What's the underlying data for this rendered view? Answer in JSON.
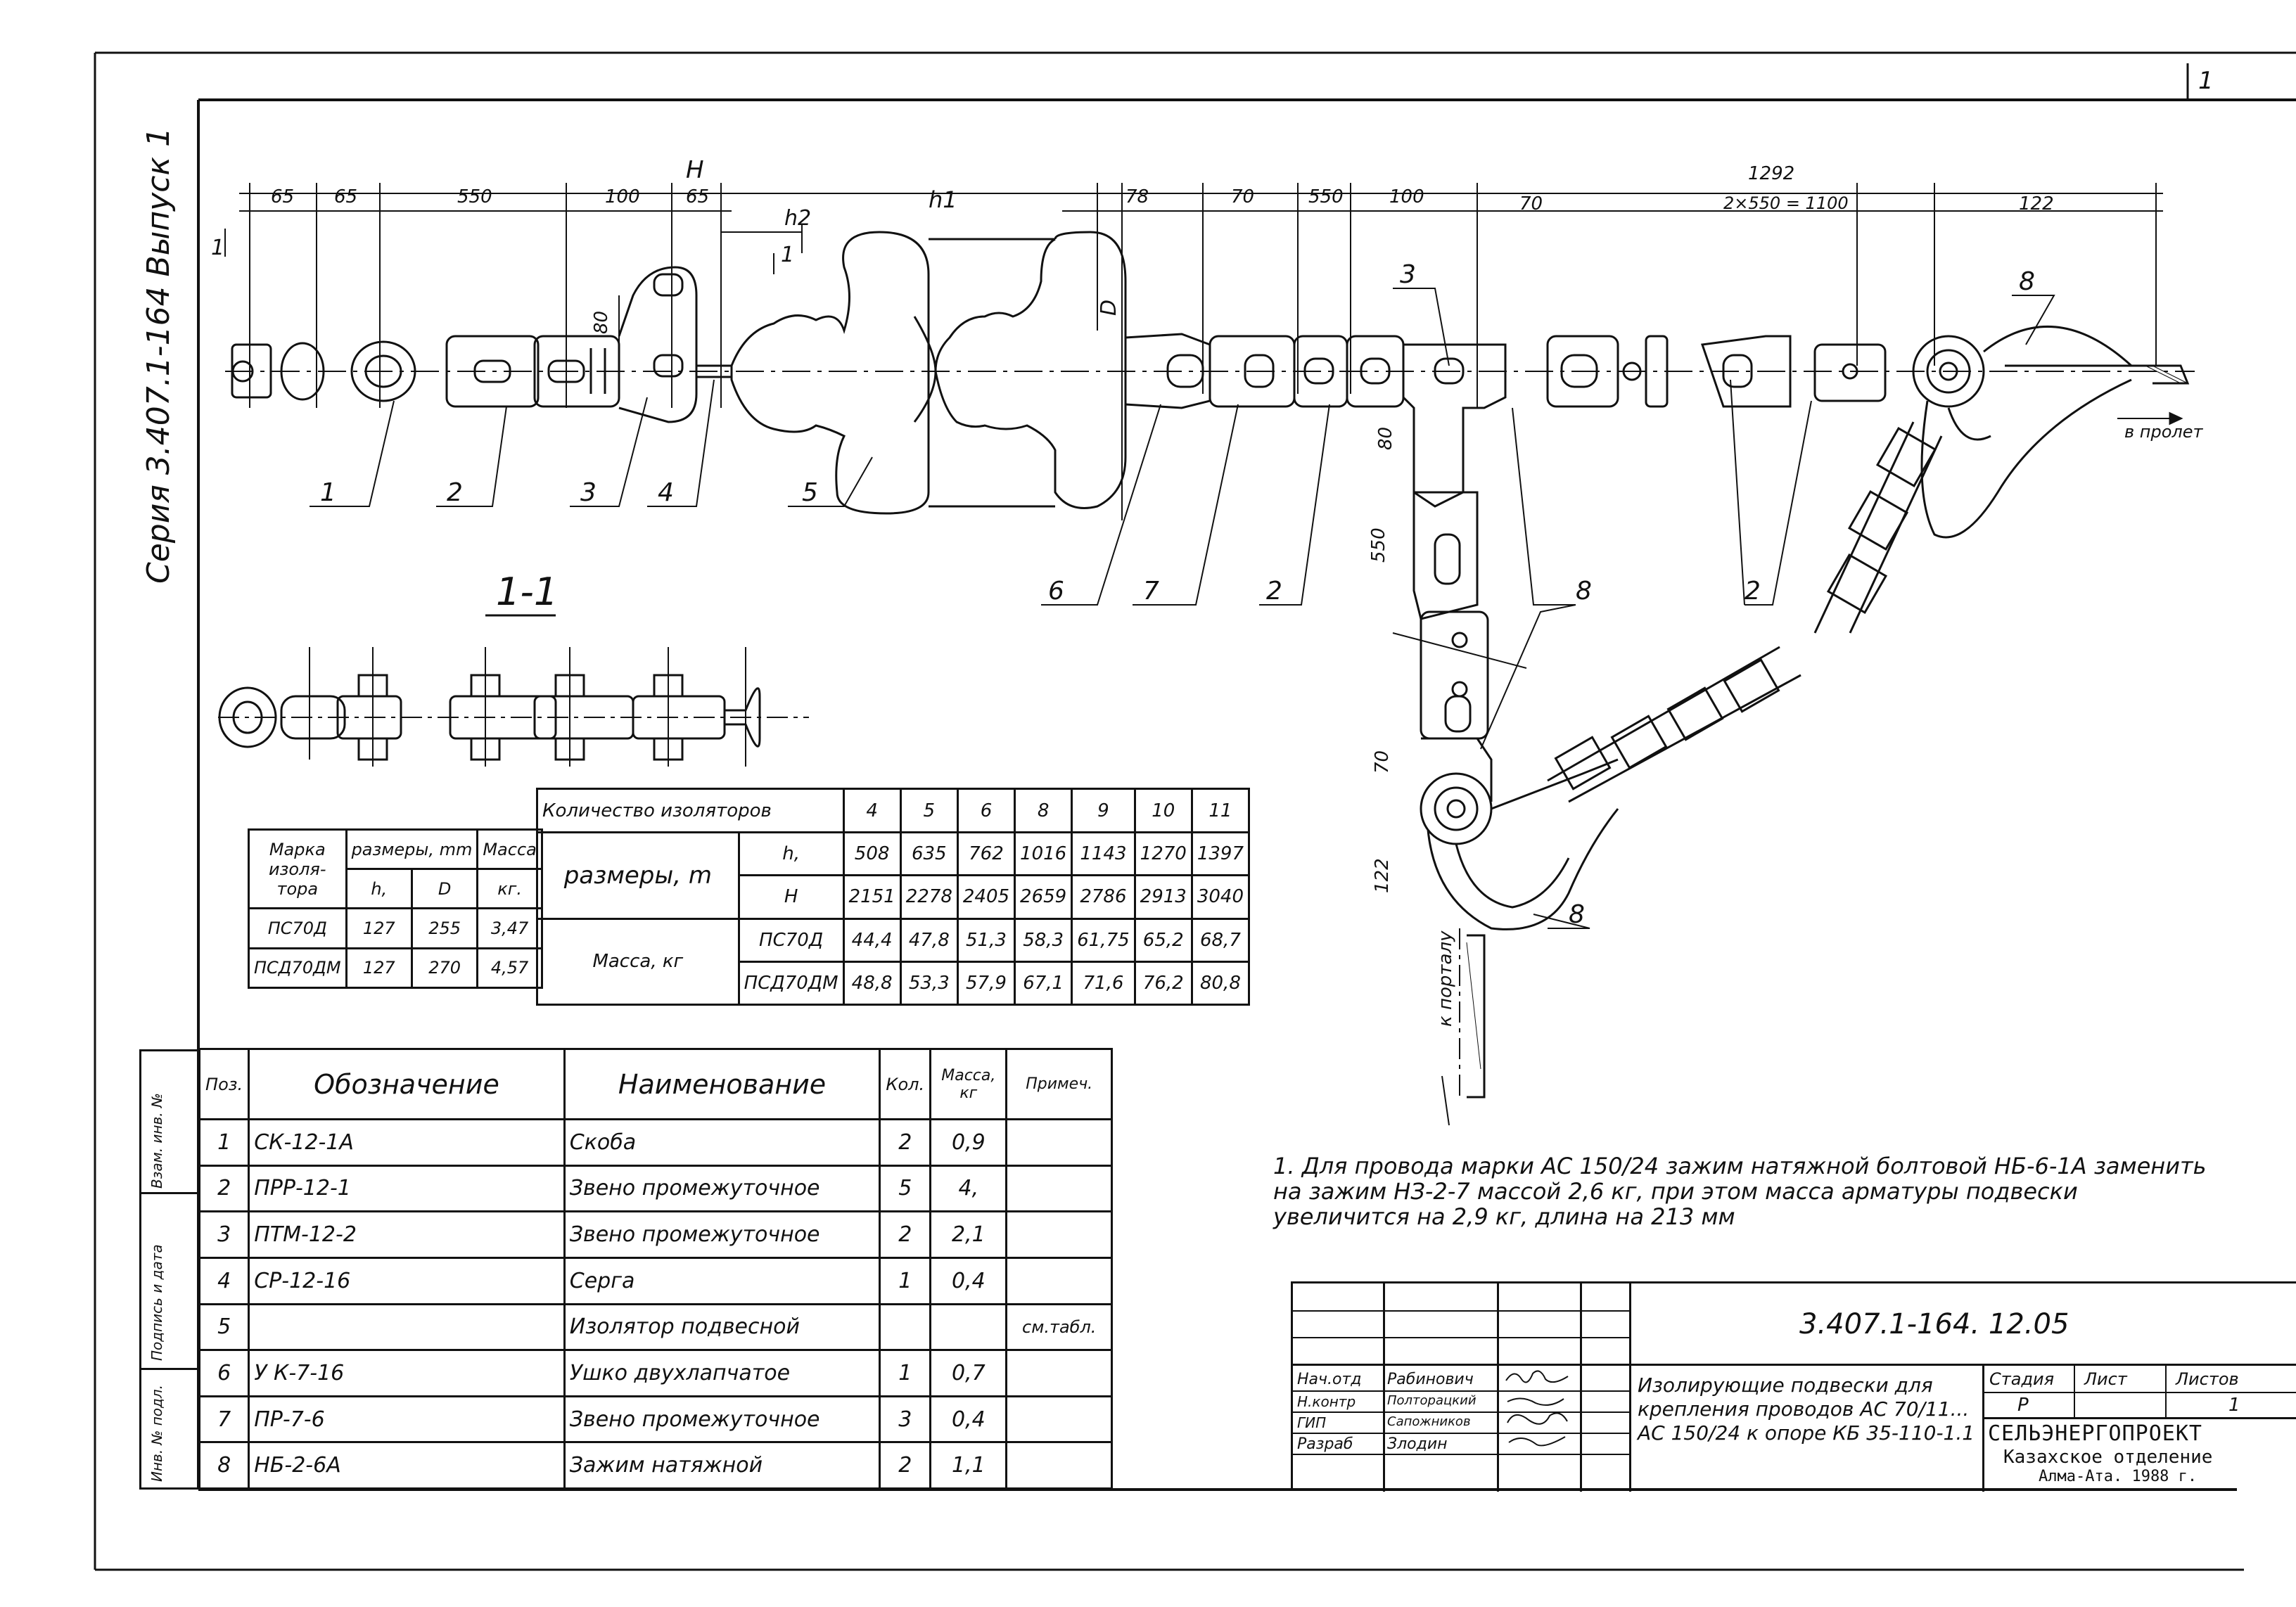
{
  "sheet_no": "1",
  "series_text": "Серия 3.407.1-164 Выпуск 1",
  "section_label": "1-1",
  "cut_marks": [
    "1",
    "1"
  ],
  "dims_top": {
    "H": "H",
    "h1": "h1",
    "h2": "h2",
    "D": "D",
    "left": [
      "65",
      "65",
      "550",
      "100",
      "65"
    ],
    "mid": [
      "78",
      "70",
      "550",
      "100"
    ],
    "total": "1292",
    "right": [
      "70",
      "2×550 = 1100",
      "122"
    ],
    "v80a": "80",
    "v80b": "80",
    "v550": "550",
    "v70": "70",
    "v122": "122"
  },
  "arrows": {
    "span": "в пролет",
    "portal": "к порталу"
  },
  "positions_left": [
    "1",
    "2",
    "3",
    "4",
    "5",
    "6",
    "7",
    "2"
  ],
  "positions_right": [
    "3",
    "8",
    "8",
    "2",
    "8"
  ],
  "insulator_table": {
    "h_mark": "Марка изоля- тора",
    "h_sizes": "размеры, mm",
    "h_mass": "Масса",
    "sub": [
      "h,",
      "D",
      "кг."
    ],
    "rows": [
      [
        "ПС70Д",
        "127",
        "255",
        "3,47"
      ],
      [
        "ПСД70ДМ",
        "127",
        "270",
        "4,57"
      ]
    ]
  },
  "count_table": {
    "h_count": "Количество изоляторов",
    "counts": [
      "4",
      "5",
      "6",
      "8",
      "9",
      "10",
      "11"
    ],
    "r_sizes": "размеры, m",
    "r_mass": "Масса, кг",
    "row_h1": {
      "label": "h,",
      "values": [
        "508",
        "635",
        "762",
        "1016",
        "1143",
        "1270",
        "1397"
      ]
    },
    "row_H": {
      "label": "H",
      "values": [
        "2151",
        "2278",
        "2405",
        "2659",
        "2786",
        "2913",
        "3040"
      ]
    },
    "row_m1": {
      "label": "ПС70Д",
      "values": [
        "44,4",
        "47,8",
        "51,3",
        "58,3",
        "61,75",
        "65,2",
        "68,7"
      ]
    },
    "row_m2": {
      "label": "ПСД70ДМ",
      "values": [
        "48,8",
        "53,3",
        "57,9",
        "67,1",
        "71,6",
        "76,2",
        "80,8"
      ]
    }
  },
  "spec_table": {
    "headers": [
      "Поз.",
      "Обозначение",
      "Наименование",
      "Кол.",
      "Масса, кг",
      "Примеч."
    ],
    "rows": [
      [
        "1",
        "СК-12-1А",
        "Скоба",
        "2",
        "0,9",
        ""
      ],
      [
        "2",
        "ПРР-12-1",
        "Звено промежуточное",
        "5",
        "4,",
        ""
      ],
      [
        "3",
        "ПТМ-12-2",
        "Звено промежуточное",
        "2",
        "2,1",
        ""
      ],
      [
        "4",
        "СР-12-16",
        "Серга",
        "1",
        "0,4",
        ""
      ],
      [
        "5",
        "",
        "Изолятор подвесной",
        "",
        "",
        "см.табл."
      ],
      [
        "6",
        "У К-7-16",
        "Ушко двухлапчатое",
        "1",
        "0,7",
        ""
      ],
      [
        "7",
        "ПР-7-6",
        "Звено промежуточное",
        "3",
        "0,4",
        ""
      ],
      [
        "8",
        "НБ-2-6А",
        "Зажим натяжной",
        "2",
        "1,1",
        ""
      ]
    ]
  },
  "side_stamp": [
    "Взам. инв. №",
    "Подпись и дата",
    "Инв. № подл."
  ],
  "note": "1. Для провода марки АС 150/24 зажим натяжной болтовой НБ-6-1А заменить на зажим НЗ-2-7 массой 2,6 кг, при этом масса арматуры подвески увеличится на 2,9 кг, длина на 213 мм",
  "title_block": {
    "code": "3.407.1-164. 12.05",
    "roles": [
      "Нач.отд",
      "Н.контр",
      "ГИП",
      "Разраб"
    ],
    "names": [
      "Рабинович",
      "Полторацкий",
      "Сапожников",
      "Злодин"
    ],
    "title": "Изолирующие подвески для крепления проводов АС 70/11... АС 150/24 к опоре КБ 35-110-1.1",
    "stage_h": "Стадия",
    "sheet_h": "Лист",
    "sheets_h": "Листов",
    "stage": "Р",
    "sheet": "",
    "sheets": "1",
    "org1": "СЕЛЬЭНЕРГОПРОЕКТ",
    "org2": "Казахское отделение",
    "org3": "Алма-Ата. 1988 г."
  }
}
